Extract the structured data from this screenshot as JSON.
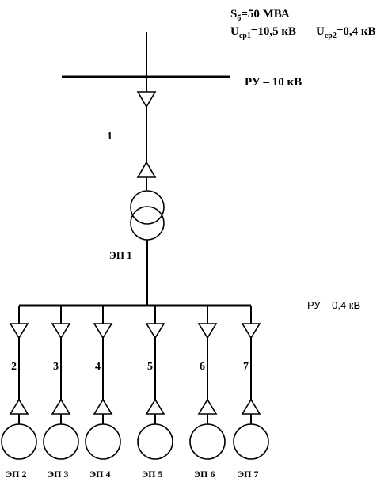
{
  "params": {
    "sb_base": "S",
    "sb_sub": "б",
    "sb_rest": "=50 МВА",
    "u1_base": "U",
    "u1_sub": "ср1",
    "u1_rest": "=10,5 кВ",
    "u2_base": "U",
    "u2_sub": "ср2",
    "u2_rest": "=0,4 кВ"
  },
  "bus_hv_label": "РУ – 10 кВ",
  "bus_lv_label": "РУ – 0,4 кВ",
  "feeder_number": "1",
  "transformer_label": "ЭП 1",
  "branches": [
    {
      "number": "2",
      "label": "ЭП 2"
    },
    {
      "number": "3",
      "label": "ЭП 3"
    },
    {
      "number": "4",
      "label": "ЭП 4"
    },
    {
      "number": "5",
      "label": "ЭП 5"
    },
    {
      "number": "6",
      "label": "ЭП 6"
    },
    {
      "number": "7",
      "label": "ЭП 7"
    }
  ]
}
